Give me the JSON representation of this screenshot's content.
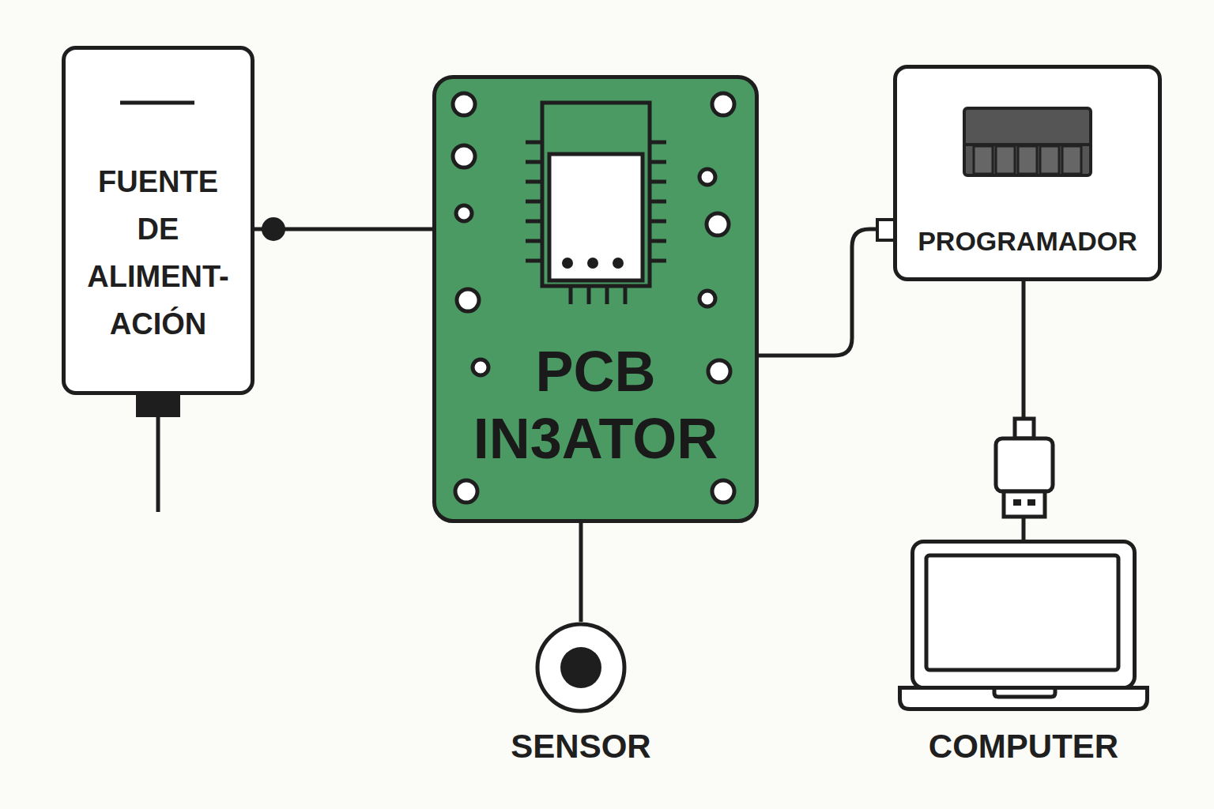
{
  "diagram": {
    "nodes": [
      {
        "text": [
          "FUENTE DE ALIMENT- ACIÓN"
        ]
      },
      {
        "text": [
          "PCB IN3ATOR"
        ]
      },
      {
        "text": [
          "PROGRAMADOR"
        ]
      },
      {
        "text": [
          "SENSOR"
        ]
      },
      {
        "text": [
          "COMPUTER"
        ]
      }
    ],
    "edges": [
      {
        "from": 0,
        "to": 1,
        "arrow": "none"
      },
      {
        "from": 1,
        "to": 2,
        "arrow": "none"
      },
      {
        "from": 1,
        "to": 3,
        "arrow": "none"
      },
      {
        "from": 2,
        "to": 4,
        "arrow": "none"
      }
    ]
  }
}
